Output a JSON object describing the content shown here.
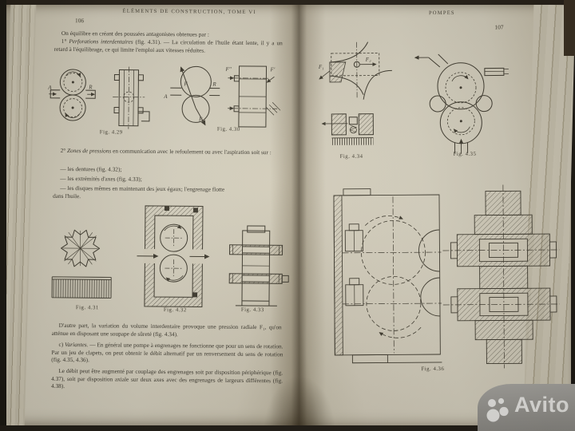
{
  "watermark": {
    "brand": "Avito"
  },
  "left_page": {
    "page_number": "106",
    "running_header": "ÉLÉMENTS DE CONSTRUCTION, TOME VI",
    "intro": "On équilibre en créant des poussées antagonistes obtenues par :",
    "item1_num": "1° ",
    "item1_title": "Perforations interdentaires",
    "item1_text": " (fig. 4.31). — La circulation de l'huile étant lente, il y a un retard à l'équilibrage, ce qui limite l'emploi aux vitesses réduites.",
    "item2_num": "2° ",
    "item2_title": "Zones de pressions",
    "item2_text": " en communication avec le refoulement ou avec l'aspiration soit sur :",
    "bullet1": "— les dentures (fig. 4.32);",
    "bullet2": "— les extrémités d'axes (fig. 4.33);",
    "bullet3_line1": "— les disques mêmes en maintenant des jeux égaux; l'engrenage flotte",
    "bullet3_line2": "dans l'huile.",
    "para_pression": "D'autre part, la variation du volume interdentaire provoque une pression radiale F₁, qu'on atténue en disposant une soupape de sûreté (fig. 4.34).",
    "para_variantes_label": "c) ",
    "para_variantes_title": "Variantes.",
    "para_variantes_text": " — En général une pompe à engrenages ne fonctionne que pour un sens de rotation. Par un jeu de clapets, on peut obtenir le débit alternatif par un renversement du sens de rotation (fig. 4.35, 4.36).",
    "para_debit": "Le débit peut être augmenté par couplage des engrenages soit par disposition périphérique (fig. 4.37), soit par disposition axiale sur deux axes avec des engrenages de largeurs différentes (fig. 4.38).",
    "fig429": {
      "caption": "Fig. 4.29",
      "label_a": "A",
      "label_r": "R"
    },
    "fig430": {
      "caption": "Fig. 4.30",
      "label_a": "A",
      "label_r": "R",
      "label_f_top": "F",
      "label_f_bottom": "F",
      "label_f_second": "F″",
      "label_f_prime": "F′"
    },
    "fig431": {
      "caption": "Fig. 4.31"
    },
    "fig432": {
      "caption": "Fig. 4.32"
    },
    "fig433": {
      "caption": "Fig. 4.33"
    }
  },
  "right_page": {
    "page_number": "107",
    "running_header": "POMPES",
    "fig434": {
      "caption": "Fig. 4.34",
      "label_f1": "F₁",
      "label_f2": "F₂"
    },
    "fig435": {
      "caption": "Fig. 4.35"
    },
    "fig436": {
      "caption": "Fig. 4.36"
    }
  }
}
